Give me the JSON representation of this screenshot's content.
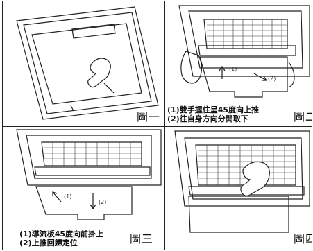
{
  "panels": [
    {
      "label": "圖一",
      "steps": []
    },
    {
      "label": "圖二",
      "steps": [
        "(1)雙手握住呈45度向上推",
        "(2)往自身方向分開取下"
      ],
      "arrows": [
        "(1)",
        "(2)"
      ]
    },
    {
      "label": "圖三",
      "steps": [
        "(1)導流板45度向前掛上",
        "(2)上推回歸定位"
      ],
      "arrows": [
        "(1)",
        "(2)"
      ]
    },
    {
      "label": "圖四",
      "steps": []
    }
  ]
}
